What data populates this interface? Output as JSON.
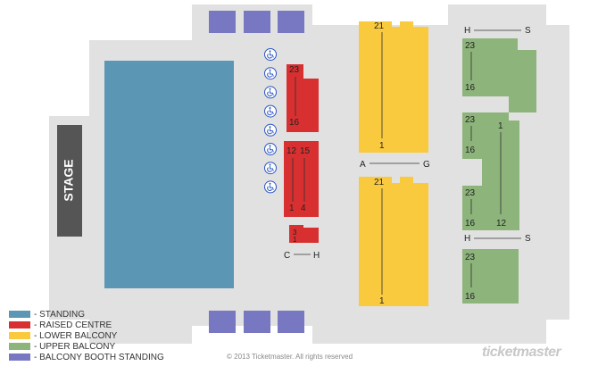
{
  "colors": {
    "floor": "#e1e1e1",
    "standing": "#5b96b4",
    "raised_centre": "#d83030",
    "lower_balcony": "#f9c93e",
    "upper_balcony": "#8db47a",
    "booth_standing": "#7777c2",
    "stage": "#555555",
    "accessible": "#2b56c3"
  },
  "stage_label": "STAGE",
  "accessible_icon_count": 8,
  "icons": {
    "accessible": "wheelchair-icon"
  },
  "raised_centre": {
    "top_block": {
      "top_row": "23",
      "bottom_row": "16"
    },
    "middle_block": {
      "top_left": "12",
      "top_right": "15",
      "bottom_left": "1",
      "bottom_right": "4"
    },
    "small_block": {
      "top": "3",
      "bottom": "1"
    },
    "span_label": {
      "from": "C",
      "to": "H"
    }
  },
  "lower_balcony": {
    "upper_block": {
      "top": "21",
      "bottom": "1"
    },
    "lower_block": {
      "top": "21",
      "bottom": "1"
    },
    "span_label": {
      "from": "A",
      "to": "G"
    }
  },
  "upper_balcony": {
    "top_span": {
      "from": "H",
      "to": "S"
    },
    "top_block": {
      "top": "23",
      "bottom": "16"
    },
    "middle_block": {
      "top_left": "23",
      "mid_left": "16",
      "top_right": "1",
      "lower_left": "23",
      "bottom_left": "16",
      "bottom_right": "12"
    },
    "bottom_span": {
      "from": "H",
      "to": "S"
    },
    "bottom_block": {
      "top": "23",
      "bottom": "16"
    }
  },
  "legend": [
    {
      "label": "- STANDING",
      "color": "#5b96b4"
    },
    {
      "label": "- RAISED CENTRE",
      "color": "#d83030"
    },
    {
      "label": "- LOWER BALCONY",
      "color": "#f9c93e"
    },
    {
      "label": "- UPPER BALCONY",
      "color": "#8db47a"
    },
    {
      "label": "- BALCONY BOOTH STANDING",
      "color": "#7777c2"
    }
  ],
  "copyright": "© 2013 Ticketmaster. All rights reserved",
  "brand": "ticketmaster"
}
